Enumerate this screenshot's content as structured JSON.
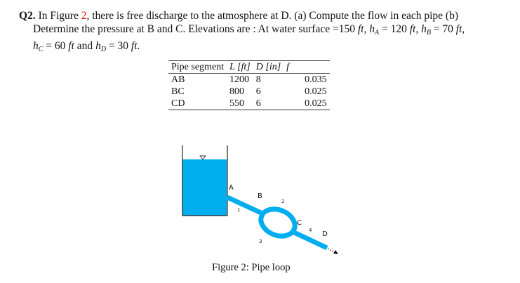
{
  "problem": {
    "number": "Q2.",
    "line1_a": "In Figure ",
    "figure_ref": "2",
    "line1_b": ", there is free discharge to the atmosphere at D. (a) Compute the flow in each pipe (b)",
    "line2": "Determine the pressure at B and C. Elevations are : At water surface =150 ft, h",
    "line2_full": "Determine the pressure at B and C. Elevations are : At water surface =150 ft, hA = 120 ft, hB = 70 ft,",
    "line3_full": "hC = 60 ft and hD = 30 ft.",
    "elevations": {
      "water_surface": "150",
      "hA": "120",
      "hB": "70",
      "hC": "60",
      "hD": "30",
      "unit": "ft"
    }
  },
  "table": {
    "headers": [
      "Pipe segment",
      "L [ft]",
      "D [in]",
      "f"
    ],
    "rows": [
      [
        "AB",
        "1200",
        "8",
        "0.035"
      ],
      [
        "BC",
        "800",
        "6",
        "0.025"
      ],
      [
        "CD",
        "550",
        "6",
        "0.025"
      ]
    ]
  },
  "figure": {
    "labels": {
      "A": "A",
      "B": "B",
      "C": "C",
      "D": "D"
    },
    "pipe_numbers": [
      "1",
      "2",
      "3",
      "4"
    ],
    "water_color": "#00aeef",
    "caption": "Figure 2: Pipe loop"
  }
}
